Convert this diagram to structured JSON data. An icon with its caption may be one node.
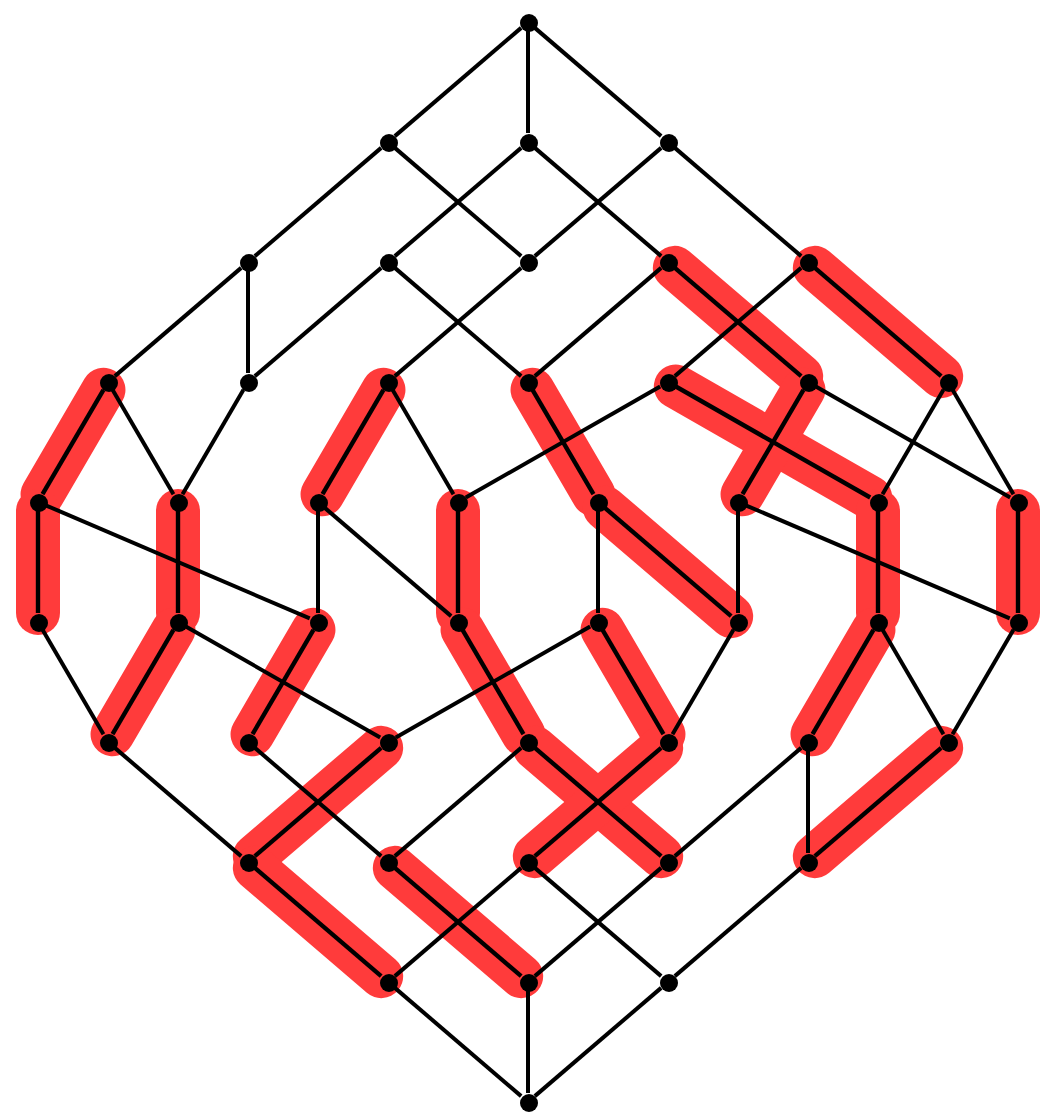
{
  "diagram": {
    "nodes": [
      {
        "text": [],
        "shape": "circle"
      },
      {
        "text": [],
        "shape": "circle"
      },
      {
        "text": [],
        "shape": "circle"
      },
      {
        "text": [],
        "shape": "circle"
      },
      {
        "text": [],
        "shape": "circle"
      },
      {
        "text": [],
        "shape": "circle"
      },
      {
        "text": [],
        "shape": "circle"
      },
      {
        "text": [],
        "shape": "circle"
      },
      {
        "text": [],
        "shape": "circle"
      },
      {
        "text": [],
        "shape": "circle"
      },
      {
        "text": [],
        "shape": "circle"
      },
      {
        "text": [],
        "shape": "circle"
      },
      {
        "text": [],
        "shape": "circle"
      },
      {
        "text": [],
        "shape": "circle"
      },
      {
        "text": [],
        "shape": "circle"
      },
      {
        "text": [],
        "shape": "circle"
      },
      {
        "text": [],
        "shape": "circle"
      },
      {
        "text": [],
        "shape": "circle"
      },
      {
        "text": [],
        "shape": "circle"
      },
      {
        "text": [],
        "shape": "circle"
      },
      {
        "text": [],
        "shape": "circle"
      },
      {
        "text": [],
        "shape": "circle"
      },
      {
        "text": [],
        "shape": "circle"
      },
      {
        "text": [],
        "shape": "circle"
      },
      {
        "text": [],
        "shape": "circle"
      },
      {
        "text": [],
        "shape": "circle"
      },
      {
        "text": [],
        "shape": "circle"
      },
      {
        "text": [],
        "shape": "circle"
      },
      {
        "text": [],
        "shape": "circle"
      },
      {
        "text": [],
        "shape": "circle"
      },
      {
        "text": [],
        "shape": "circle"
      },
      {
        "text": [],
        "shape": "circle"
      },
      {
        "text": [],
        "shape": "circle"
      },
      {
        "text": [],
        "shape": "circle"
      },
      {
        "text": [],
        "shape": "circle"
      },
      {
        "text": [],
        "shape": "circle"
      },
      {
        "text": [],
        "shape": "circle"
      },
      {
        "text": [],
        "shape": "circle"
      },
      {
        "text": [],
        "shape": "circle"
      },
      {
        "text": [],
        "shape": "circle"
      },
      {
        "text": [],
        "shape": "circle"
      },
      {
        "text": [],
        "shape": "circle"
      },
      {
        "text": [],
        "shape": "circle"
      },
      {
        "text": [],
        "shape": "circle"
      },
      {
        "text": [],
        "shape": "circle"
      },
      {
        "text": [],
        "shape": "circle"
      },
      {
        "text": [],
        "shape": "circle"
      },
      {
        "text": [],
        "shape": "circle"
      }
    ],
    "edges": [
      {
        "from": 0,
        "to": 1,
        "arrow": "none"
      },
      {
        "from": 0,
        "to": 2,
        "arrow": "none"
      },
      {
        "from": 0,
        "to": 3,
        "arrow": "none"
      },
      {
        "from": 1,
        "to": 4,
        "arrow": "none"
      },
      {
        "from": 1,
        "to": 6,
        "arrow": "none"
      },
      {
        "from": 2,
        "to": 5,
        "arrow": "none"
      },
      {
        "from": 2,
        "to": 7,
        "arrow": "none"
      },
      {
        "from": 3,
        "to": 6,
        "arrow": "none"
      },
      {
        "from": 3,
        "to": 8,
        "arrow": "none"
      },
      {
        "from": 4,
        "to": 9,
        "arrow": "none"
      },
      {
        "from": 4,
        "to": 10,
        "arrow": "none"
      },
      {
        "from": 5,
        "to": 10,
        "arrow": "none"
      },
      {
        "from": 5,
        "to": 12,
        "arrow": "none"
      },
      {
        "from": 6,
        "to": 11,
        "arrow": "none"
      },
      {
        "from": 7,
        "to": 12,
        "arrow": "none"
      },
      {
        "from": 7,
        "to": 14,
        "arrow": "none",
        "style": "thick",
        "color": "#ff3b3b"
      },
      {
        "from": 8,
        "to": 13,
        "arrow": "none"
      },
      {
        "from": 8,
        "to": 15,
        "arrow": "none",
        "style": "thick",
        "color": "#ff3b3b"
      },
      {
        "from": 9,
        "to": 16,
        "arrow": "none",
        "style": "thick",
        "color": "#ff3b3b"
      },
      {
        "from": 9,
        "to": 17,
        "arrow": "none"
      },
      {
        "from": 10,
        "to": 17,
        "arrow": "none"
      },
      {
        "from": 11,
        "to": 18,
        "arrow": "none",
        "style": "thick",
        "color": "#ff3b3b"
      },
      {
        "from": 11,
        "to": 19,
        "arrow": "none"
      },
      {
        "from": 12,
        "to": 20,
        "arrow": "none",
        "style": "thick",
        "color": "#ff3b3b"
      },
      {
        "from": 13,
        "to": 19,
        "arrow": "none"
      },
      {
        "from": 13,
        "to": 22,
        "arrow": "none",
        "style": "thick",
        "color": "#ff3b3b"
      },
      {
        "from": 14,
        "to": 21,
        "arrow": "none",
        "style": "thick",
        "color": "#ff3b3b"
      },
      {
        "from": 14,
        "to": 23,
        "arrow": "none"
      },
      {
        "from": 15,
        "to": 22,
        "arrow": "none"
      },
      {
        "from": 15,
        "to": 23,
        "arrow": "none"
      },
      {
        "from": 16,
        "to": 24,
        "arrow": "none",
        "style": "thick",
        "color": "#ff3b3b"
      },
      {
        "from": 16,
        "to": 26,
        "arrow": "none"
      },
      {
        "from": 17,
        "to": 25,
        "arrow": "none",
        "style": "thick",
        "color": "#ff3b3b"
      },
      {
        "from": 18,
        "to": 26,
        "arrow": "none"
      },
      {
        "from": 18,
        "to": 27,
        "arrow": "none"
      },
      {
        "from": 19,
        "to": 27,
        "arrow": "none",
        "style": "thick",
        "color": "#ff3b3b"
      },
      {
        "from": 20,
        "to": 28,
        "arrow": "none"
      },
      {
        "from": 20,
        "to": 29,
        "arrow": "none",
        "style": "thick",
        "color": "#ff3b3b"
      },
      {
        "from": 21,
        "to": 29,
        "arrow": "none"
      },
      {
        "from": 21,
        "to": 31,
        "arrow": "none"
      },
      {
        "from": 22,
        "to": 30,
        "arrow": "none",
        "style": "thick",
        "color": "#ff3b3b"
      },
      {
        "from": 23,
        "to": 31,
        "arrow": "none",
        "style": "thick",
        "color": "#ff3b3b"
      },
      {
        "from": 24,
        "to": 32,
        "arrow": "none"
      },
      {
        "from": 25,
        "to": 32,
        "arrow": "none",
        "style": "thick",
        "color": "#ff3b3b"
      },
      {
        "from": 25,
        "to": 34,
        "arrow": "none"
      },
      {
        "from": 26,
        "to": 33,
        "arrow": "none",
        "style": "thick",
        "color": "#ff3b3b"
      },
      {
        "from": 27,
        "to": 35,
        "arrow": "none",
        "style": "thick",
        "color": "#ff3b3b"
      },
      {
        "from": 28,
        "to": 34,
        "arrow": "none"
      },
      {
        "from": 28,
        "to": 36,
        "arrow": "none",
        "style": "thick",
        "color": "#ff3b3b"
      },
      {
        "from": 29,
        "to": 36,
        "arrow": "none"
      },
      {
        "from": 30,
        "to": 37,
        "arrow": "none",
        "style": "thick",
        "color": "#ff3b3b"
      },
      {
        "from": 30,
        "to": 38,
        "arrow": "none"
      },
      {
        "from": 31,
        "to": 38,
        "arrow": "none"
      },
      {
        "from": 32,
        "to": 39,
        "arrow": "none"
      },
      {
        "from": 33,
        "to": 40,
        "arrow": "none"
      },
      {
        "from": 34,
        "to": 39,
        "arrow": "none",
        "style": "thick",
        "color": "#ff3b3b"
      },
      {
        "from": 35,
        "to": 40,
        "arrow": "none"
      },
      {
        "from": 35,
        "to": 42,
        "arrow": "none",
        "style": "thick",
        "color": "#ff3b3b"
      },
      {
        "from": 36,
        "to": 41,
        "arrow": "none",
        "style": "thick",
        "color": "#ff3b3b"
      },
      {
        "from": 37,
        "to": 42,
        "arrow": "none"
      },
      {
        "from": 37,
        "to": 43,
        "arrow": "none"
      },
      {
        "from": 38,
        "to": 43,
        "arrow": "none",
        "style": "thick",
        "color": "#ff3b3b"
      },
      {
        "from": 39,
        "to": 44,
        "arrow": "none",
        "style": "thick",
        "color": "#ff3b3b"
      },
      {
        "from": 40,
        "to": 45,
        "arrow": "none",
        "style": "thick",
        "color": "#ff3b3b"
      },
      {
        "from": 41,
        "to": 44,
        "arrow": "none"
      },
      {
        "from": 41,
        "to": 46,
        "arrow": "none"
      },
      {
        "from": 42,
        "to": 45,
        "arrow": "none"
      },
      {
        "from": 43,
        "to": 46,
        "arrow": "none"
      },
      {
        "from": 44,
        "to": 47,
        "arrow": "none"
      },
      {
        "from": 45,
        "to": 47,
        "arrow": "none"
      },
      {
        "from": 46,
        "to": 47,
        "arrow": "none"
      }
    ]
  }
}
